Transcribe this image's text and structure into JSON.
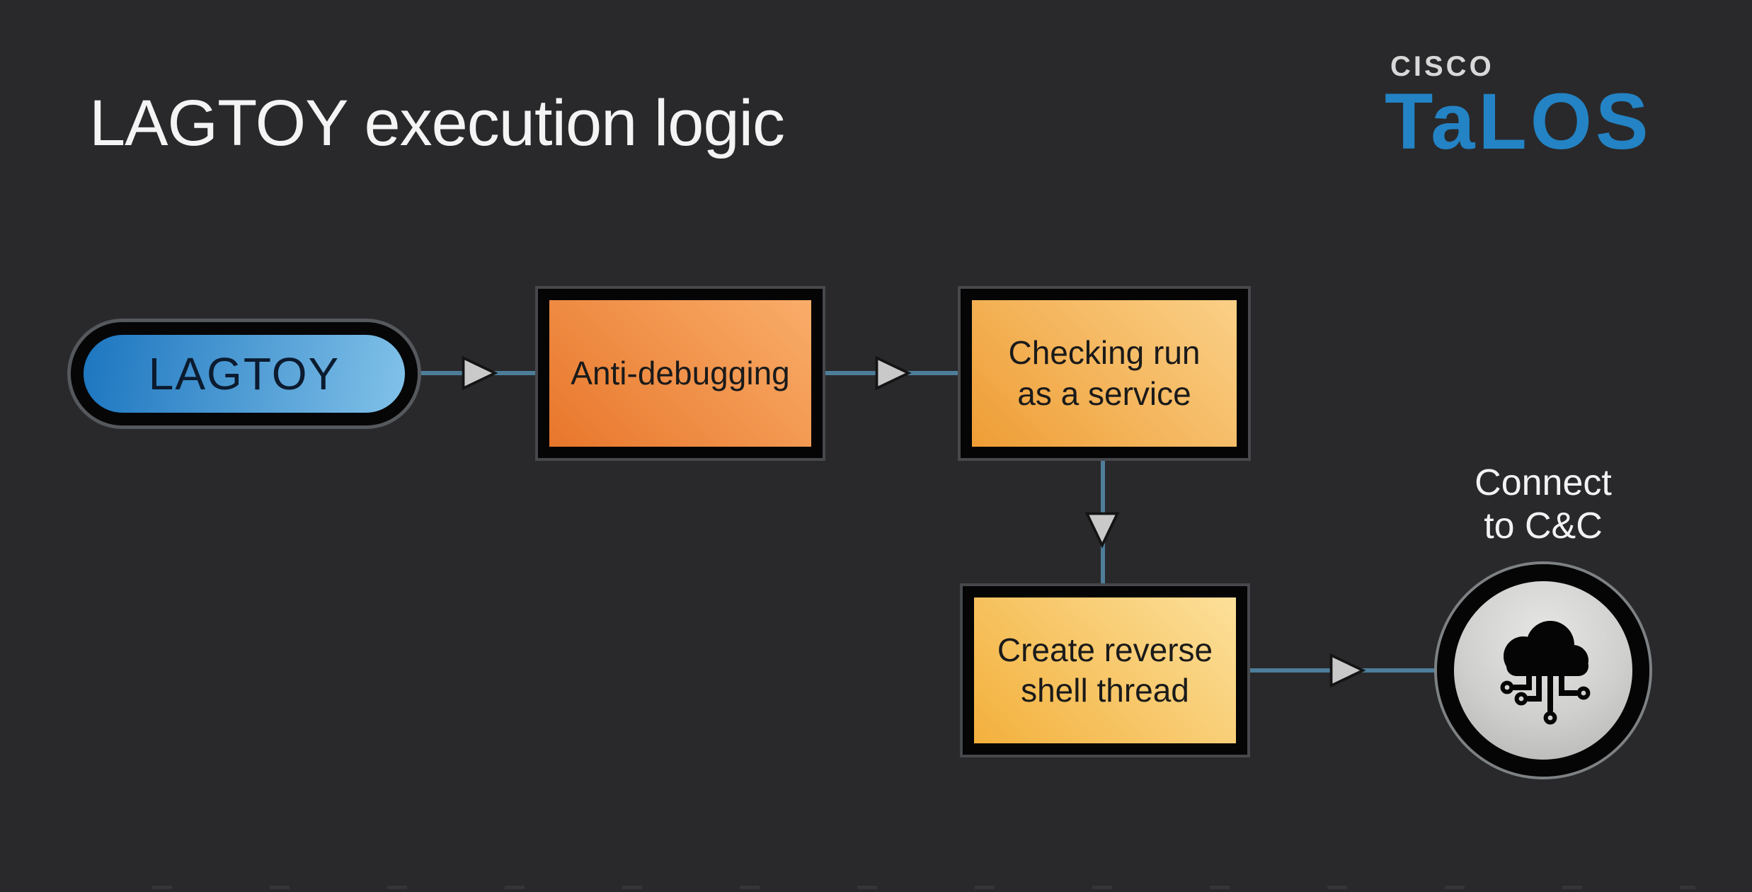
{
  "title": {
    "text": "LAGTOY execution logic"
  },
  "logo": {
    "brand": "CISCO",
    "product": "TaLOS"
  },
  "flow": {
    "nodes": [
      {
        "id": "lagtoy",
        "type": "start-pill",
        "label": "LAGTOY"
      },
      {
        "id": "anti-debugging",
        "type": "process",
        "label": "Anti-debugging"
      },
      {
        "id": "checking-service",
        "type": "process",
        "label_line1": "Checking run",
        "label_line2": "as a service"
      },
      {
        "id": "reverse-shell",
        "type": "process",
        "label_line1": "Create reverse",
        "label_line2": "shell thread"
      },
      {
        "id": "connect-cnc",
        "type": "endpoint",
        "label_line1": "Connect",
        "label_line2": "to C&C",
        "icon": "cloud-circuit-icon"
      }
    ],
    "edges": [
      {
        "from": "lagtoy",
        "to": "anti-debugging",
        "direction": "right"
      },
      {
        "from": "anti-debugging",
        "to": "checking-service",
        "direction": "right"
      },
      {
        "from": "checking-service",
        "to": "reverse-shell",
        "direction": "down"
      },
      {
        "from": "reverse-shell",
        "to": "connect-cnc",
        "direction": "right"
      }
    ]
  },
  "colors": {
    "background": "#29292b",
    "connector": "#4e7d9a",
    "arrowhead_fill": "#c9c9c9",
    "arrowhead_stroke": "#141414",
    "talos_blue": "#2383c5",
    "cisco_gray": "#d8d8d8",
    "title_text": "#f4f4f4",
    "pill_gradient_start": "#1e77c0",
    "pill_gradient_end": "#7fc0e8",
    "box_antidebug_start": "#e8762b",
    "box_antidebug_end": "#f9ad69",
    "box_checking_start": "#ef9d35",
    "box_checking_end": "#fad087",
    "box_shell_start": "#f3b03c",
    "box_shell_end": "#fce09a",
    "endpoint_inner": "#d6d6d4"
  }
}
